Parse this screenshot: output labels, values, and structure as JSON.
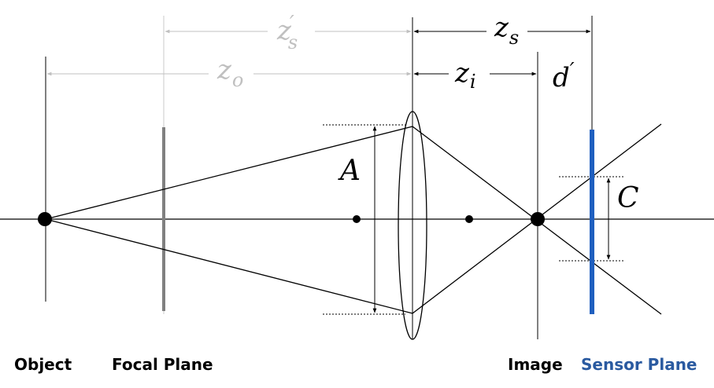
{
  "colors": {
    "ink": "#000000",
    "gray_annotation": "#c0c0c0",
    "focal_plane": "#808080",
    "sensor_plane": "#1f5fbf",
    "sensor_label": "#2a5aa0"
  },
  "labels": {
    "object": "Object",
    "focal_plane": "Focal Plane",
    "image": "Image",
    "sensor_plane": "Sensor Plane"
  },
  "math": {
    "z_s_prime": {
      "base": "z",
      "sub": "s",
      "prime": "′"
    },
    "z_s": {
      "base": "z",
      "sub": "s"
    },
    "z_o": {
      "base": "z",
      "sub": "o"
    },
    "z_i": {
      "base": "z",
      "sub": "i"
    },
    "d_prime": {
      "base": "d",
      "prime": "′"
    },
    "A": "A",
    "C": "C"
  }
}
